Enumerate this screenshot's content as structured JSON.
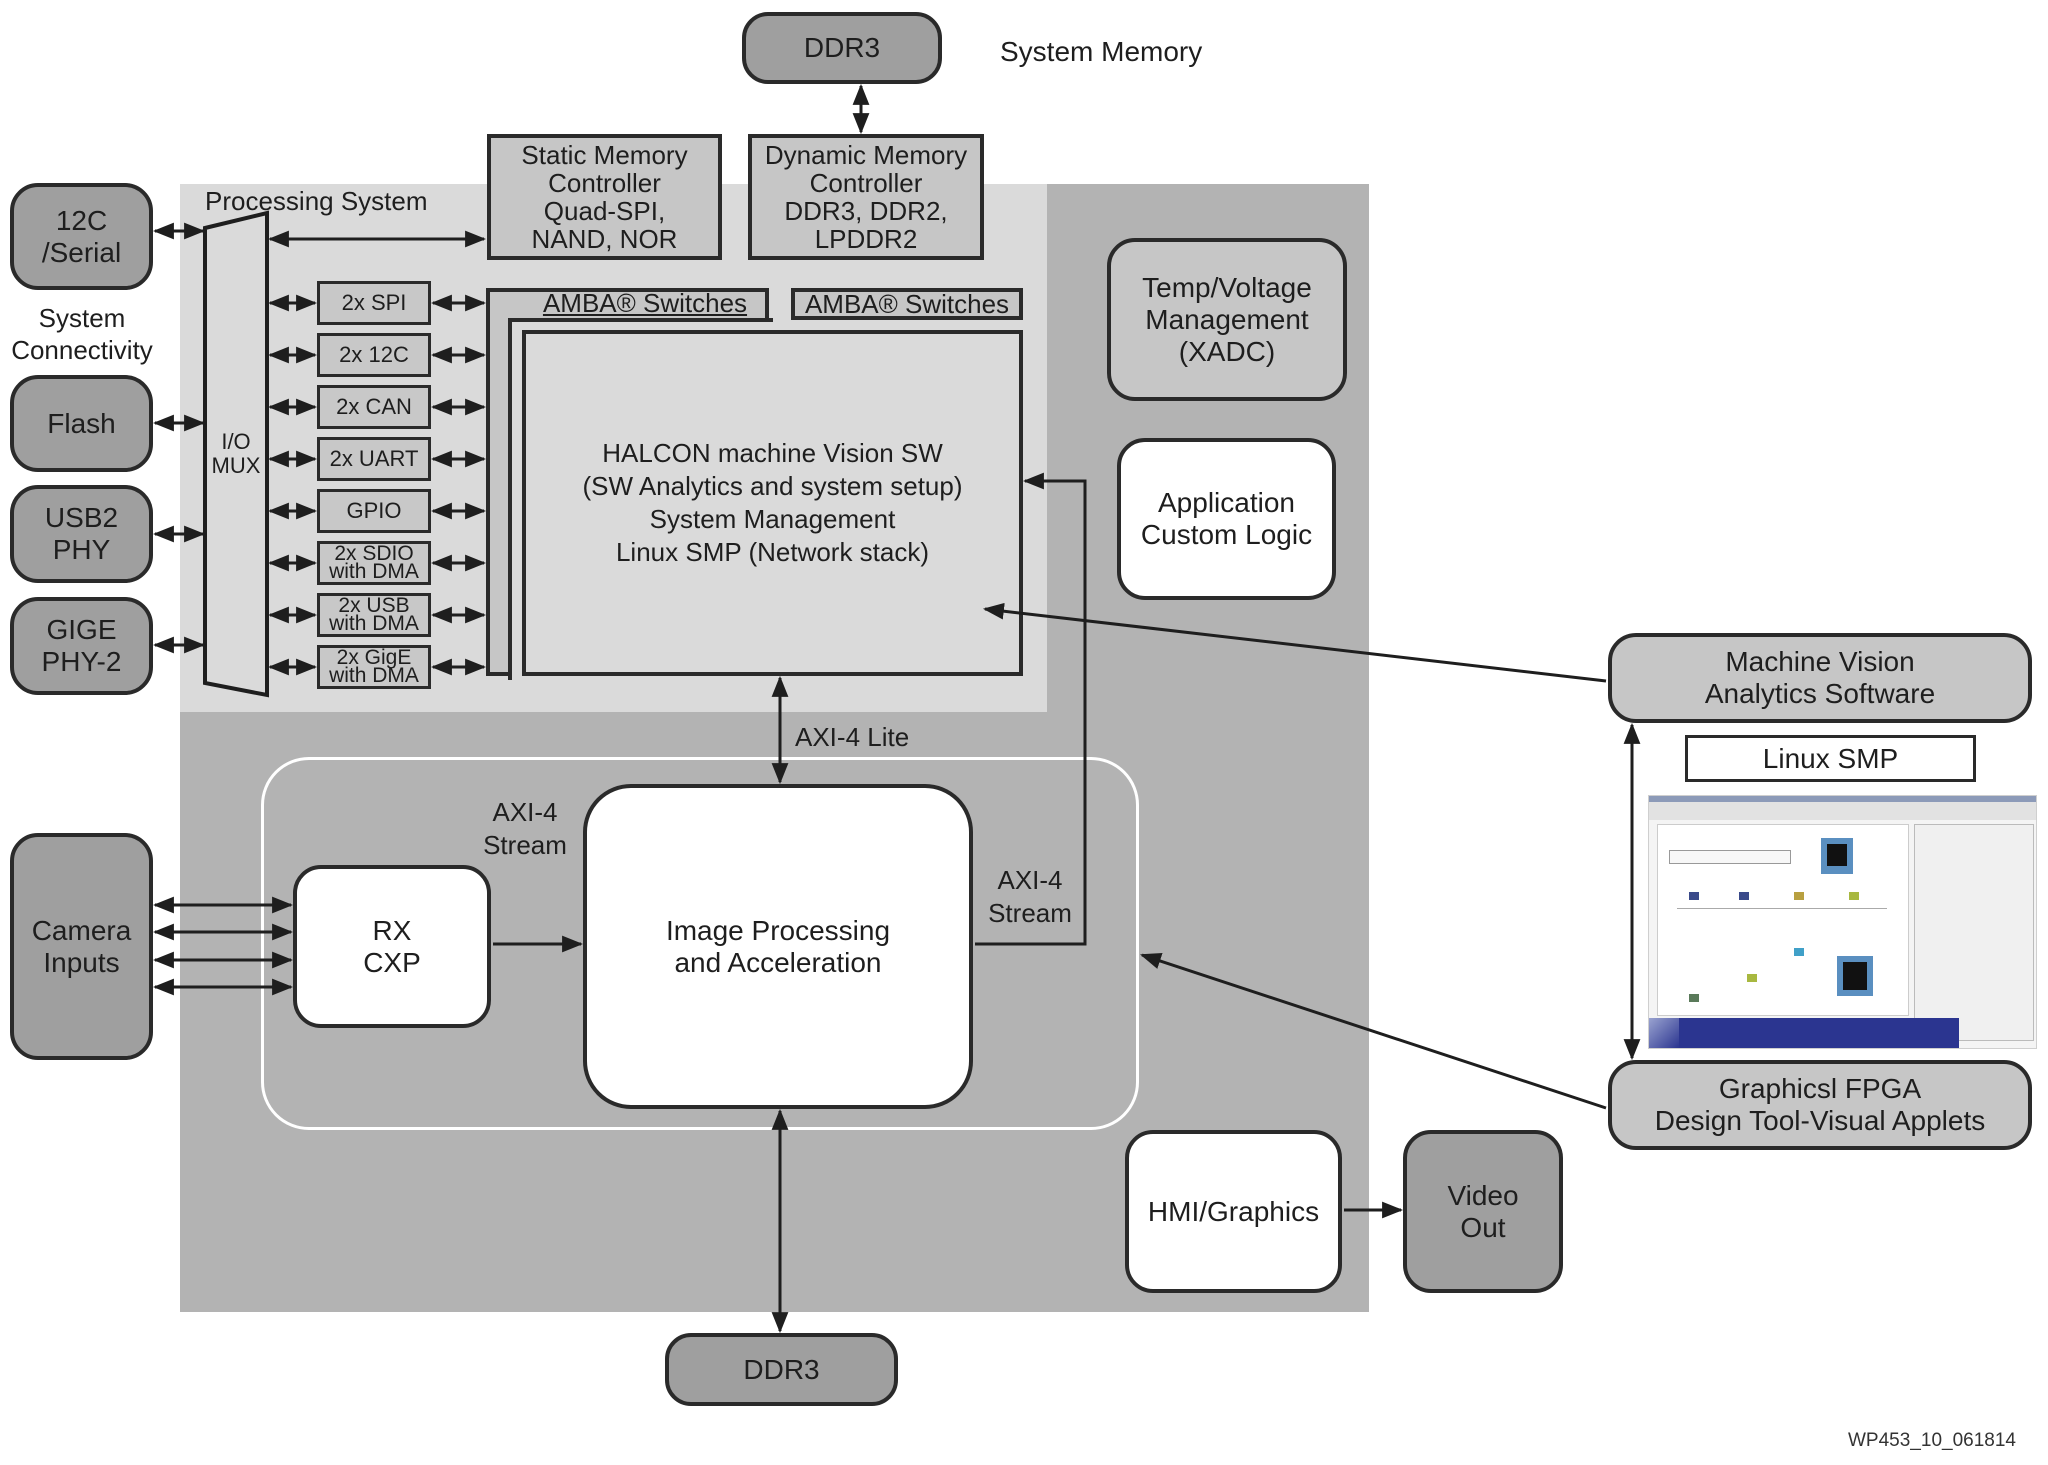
{
  "diagram": {
    "title_regions": {
      "processing_system": "Processing System"
    },
    "top_memory": {
      "ddr3": "DDR3",
      "caption": "System Memory"
    },
    "static_memory_controller": [
      "Static Memory",
      "Controller",
      "Quad-SPI,",
      "NAND, NOR"
    ],
    "dynamic_memory_controller": [
      "Dynamic Memory",
      "Controller",
      "DDR3, DDR2,",
      "LPDDR2"
    ],
    "external_left": {
      "i2c_serial": [
        "12C",
        "/Serial"
      ],
      "system_connectivity": [
        "System",
        "Connectivity"
      ],
      "flash": [
        "Flash"
      ],
      "usb2_phy": [
        "USB2",
        "PHY"
      ],
      "gige_phy": [
        "GIGE",
        "PHY-2"
      ],
      "camera_inputs": [
        "Camera",
        "Inputs"
      ]
    },
    "io_mux": [
      "I/O",
      "MUX"
    ],
    "peripherals": [
      {
        "lines": [
          "2x SPI"
        ]
      },
      {
        "lines": [
          "2x 12C"
        ]
      },
      {
        "lines": [
          "2x CAN"
        ]
      },
      {
        "lines": [
          "2x UART"
        ]
      },
      {
        "lines": [
          "GPIO"
        ]
      },
      {
        "lines": [
          "2x SDIO",
          "with DMA"
        ]
      },
      {
        "lines": [
          "2x USB",
          "with DMA"
        ]
      },
      {
        "lines": [
          "2x GigE",
          "with DMA"
        ]
      }
    ],
    "amba_switches_left": "AMBA® Switches",
    "amba_switches_right": "AMBA® Switches",
    "halcon": [
      "HALCON machine Vision SW",
      "(SW Analytics and system setup)",
      "System Management",
      "Linux SMP (Network stack)"
    ],
    "temp_voltage": [
      "Temp/Voltage",
      "Management",
      "(XADC)"
    ],
    "app_custom_logic": [
      "Application",
      "Custom Logic"
    ],
    "axi_lite": "AXI-4 Lite",
    "axi_stream_left": [
      "AXI-4",
      "Stream"
    ],
    "axi_stream_right": [
      "AXI-4",
      "Stream"
    ],
    "rx_cxp": [
      "RX",
      "CXP"
    ],
    "image_processing": [
      "Image Processing",
      "and Acceleration"
    ],
    "hmi_graphics": [
      "HMI/Graphics"
    ],
    "video_out": [
      "Video",
      "Out"
    ],
    "bottom_memory": "DDR3",
    "machine_vision": [
      "Machine Vision",
      "Analytics Software"
    ],
    "linux_smp": "Linux SMP",
    "graphics_fpga": [
      "Graphicsl FPGA",
      "Design Tool-Visual Applets"
    ],
    "figure_id": "WP453_10_061814"
  },
  "colors": {
    "dark_region": "#b3b3b3",
    "light_region": "#dadada",
    "external_block": "#9f9f9f",
    "stroke": "#2a2a2a"
  }
}
